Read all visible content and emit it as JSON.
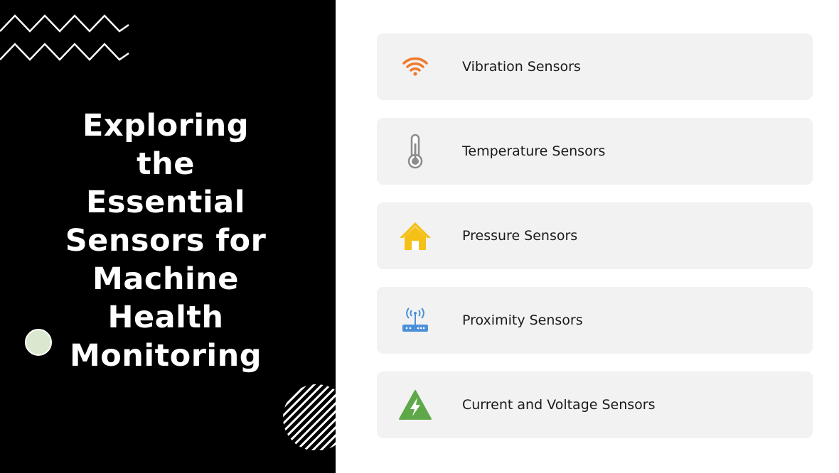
{
  "title": "Exploring\nthe\nEssential\nSensors for\nMachine\nHealth\nMonitoring",
  "colors": {
    "panel_bg": "#000000",
    "card_bg": "#f2f2f2",
    "dot_fill": "#d9e8cf",
    "wifi_orange": "#ef7a2c",
    "house_yellow": "#f5c018",
    "router_blue": "#4a90d9",
    "warning_green": "#5fa84a"
  },
  "items": [
    {
      "label": "Vibration Sensors",
      "icon": "wifi-icon"
    },
    {
      "label": "Temperature Sensors",
      "icon": "thermometer-icon"
    },
    {
      "label": "Pressure Sensors",
      "icon": "house-icon"
    },
    {
      "label": "Proximity Sensors",
      "icon": "router-icon"
    },
    {
      "label": "Current and Voltage Sensors",
      "icon": "high-voltage-warning-icon"
    }
  ]
}
